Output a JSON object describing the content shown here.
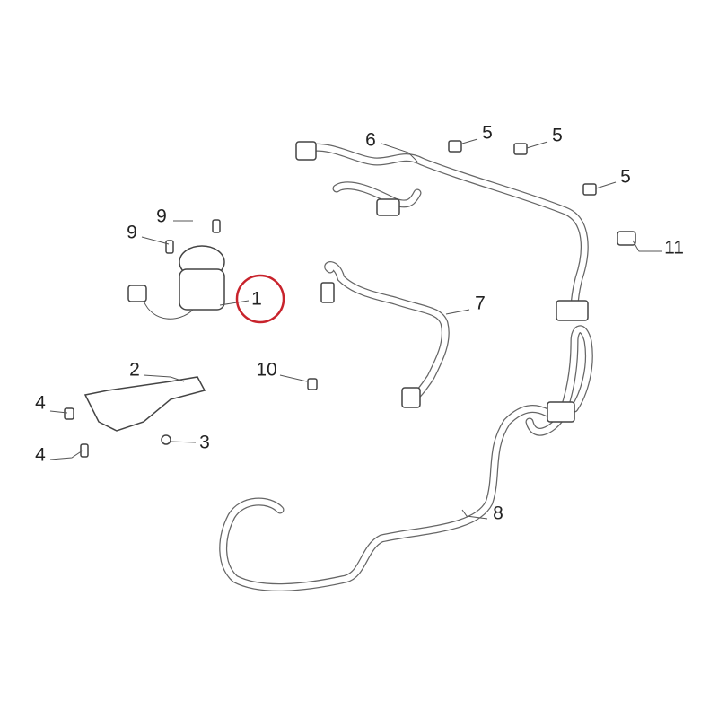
{
  "diagram": {
    "highlight_color": "#c8232c",
    "callouts": [
      {
        "id": "callout-1",
        "text": "1",
        "highlighted": true
      },
      {
        "id": "callout-2",
        "text": "2"
      },
      {
        "id": "callout-3",
        "text": "3"
      },
      {
        "id": "callout-4a",
        "text": "4"
      },
      {
        "id": "callout-4b",
        "text": "4"
      },
      {
        "id": "callout-5a",
        "text": "5"
      },
      {
        "id": "callout-5b",
        "text": "5"
      },
      {
        "id": "callout-5c",
        "text": "5"
      },
      {
        "id": "callout-6",
        "text": "6"
      },
      {
        "id": "callout-7",
        "text": "7"
      },
      {
        "id": "callout-8",
        "text": "8"
      },
      {
        "id": "callout-9a",
        "text": "9"
      },
      {
        "id": "callout-9b",
        "text": "9"
      },
      {
        "id": "callout-10",
        "text": "10"
      },
      {
        "id": "callout-11",
        "text": "11"
      }
    ]
  }
}
